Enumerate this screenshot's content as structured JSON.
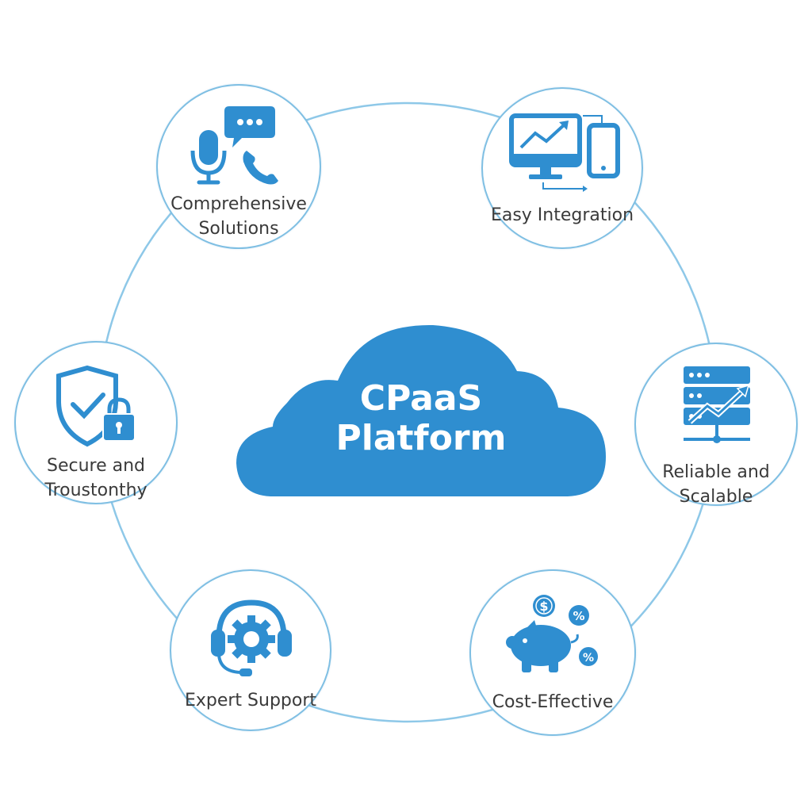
{
  "center": {
    "line1": "CPaaS",
    "line2": "Platform"
  },
  "nodes": [
    {
      "id": "comprehensive",
      "lines": [
        "Comprehensive",
        "Solutions"
      ],
      "icon": "communication-icon"
    },
    {
      "id": "integration",
      "lines": [
        "Easy Integration"
      ],
      "icon": "devices-icon"
    },
    {
      "id": "reliable",
      "lines": [
        "Reliable and",
        "Scalable"
      ],
      "icon": "server-growth-icon"
    },
    {
      "id": "cost",
      "lines": [
        "Cost-Effective"
      ],
      "icon": "piggy-bank-icon"
    },
    {
      "id": "support",
      "lines": [
        "Expert Support"
      ],
      "icon": "headset-gear-icon"
    },
    {
      "id": "secure",
      "lines": [
        "Secure and",
        "Troustonthy"
      ],
      "icon": "shield-lock-icon"
    }
  ],
  "colors": {
    "accent": "#2f8ed0",
    "ring": "#8ec8e8",
    "text": "#3a3a3a"
  }
}
